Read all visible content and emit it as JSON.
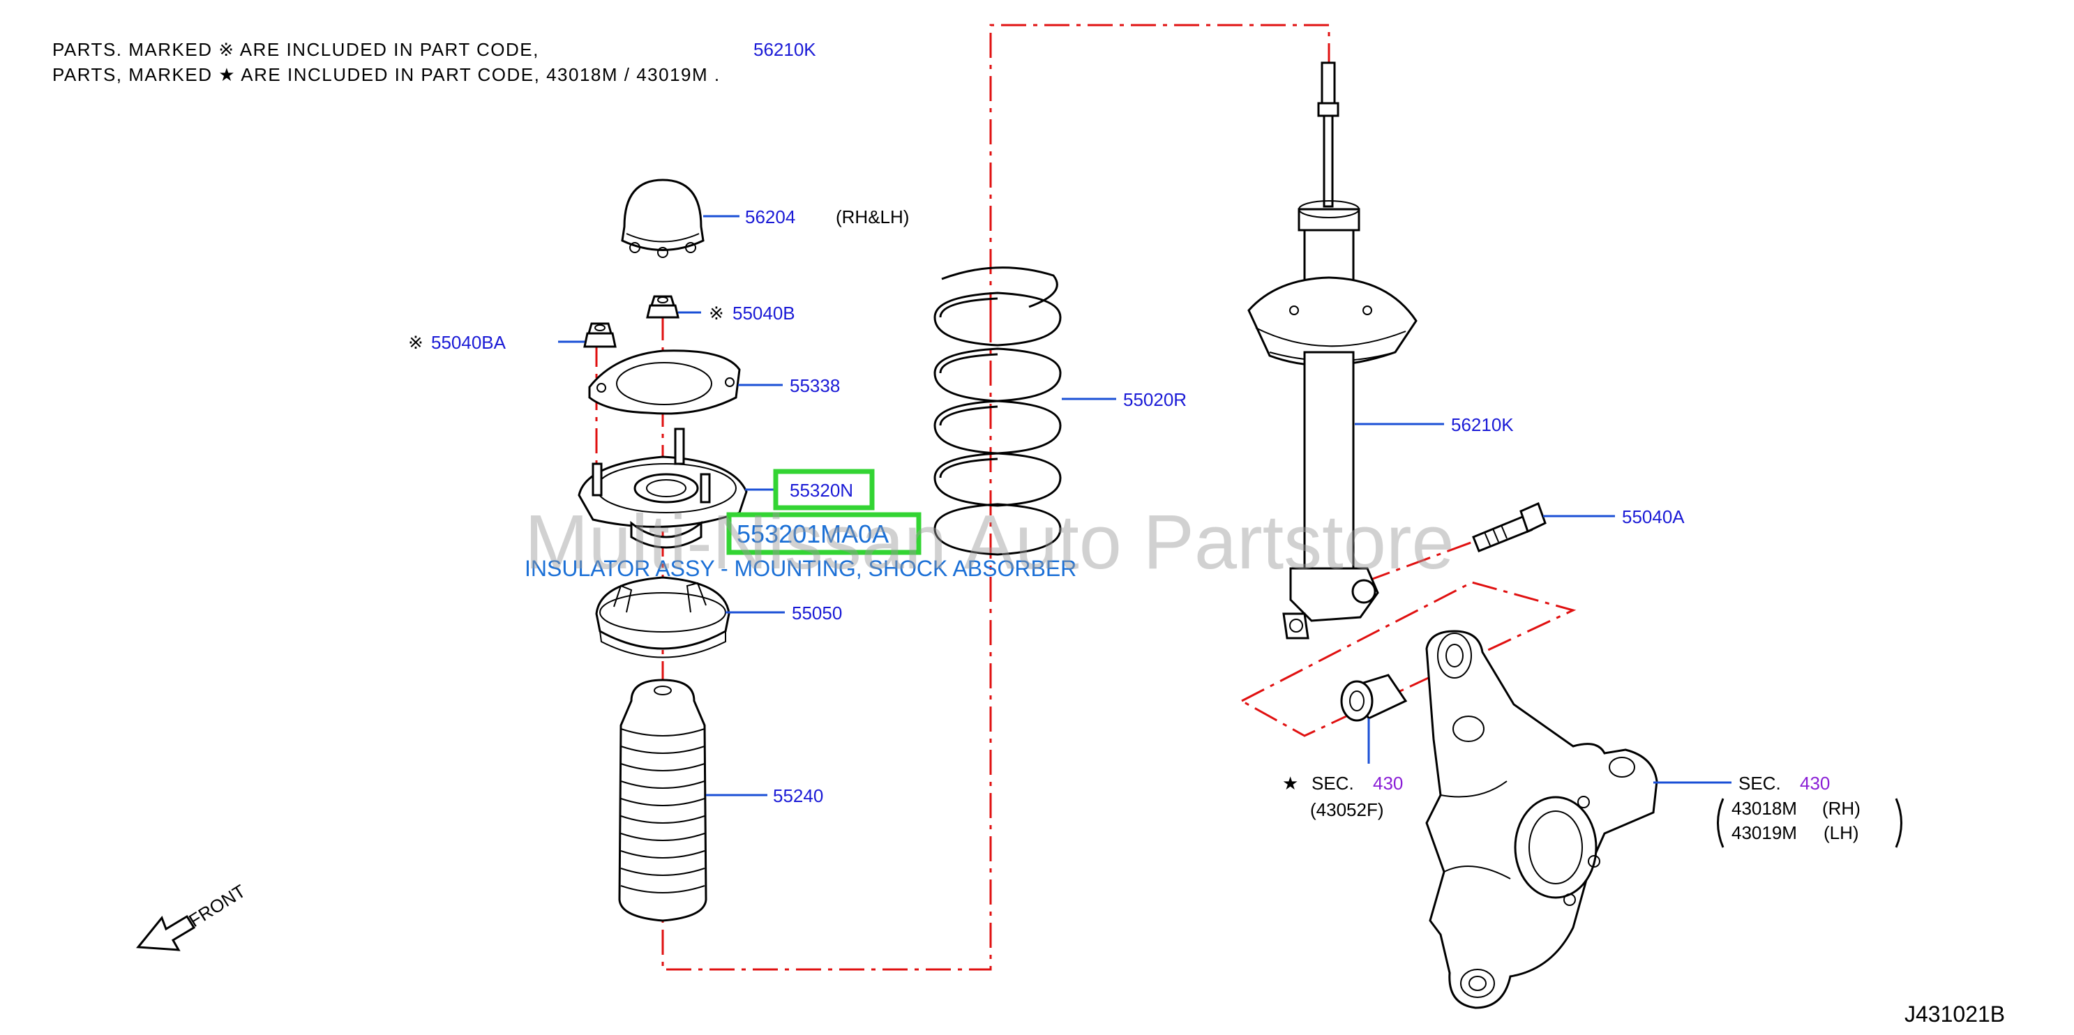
{
  "header": {
    "line1": "PARTS.  MARKED  ※ ARE  INCLUDED  IN  PART  CODE,",
    "line1_code": "56210K",
    "line2": "PARTS,  MARKED  ★ ARE  INCLUDED  IN  PART  CODE,  43018M  /  43019M  ."
  },
  "labels": {
    "p56204": "56204",
    "p56204_note": "(RH&LH)",
    "p55040b_mark": "※",
    "p55040b": "55040B",
    "p55040ba_mark": "※",
    "p55040ba": "55040BA",
    "p55338": "55338",
    "p55320n": "55320N",
    "highlight_code": "553201MA0A",
    "highlight_desc": "INSULATOR ASSY - MOUNTING, SHOCK ABSORBER",
    "p55050": "55050",
    "p55240": "55240",
    "p55020r": "55020R",
    "p56210k": "56210K",
    "p55040a": "55040A",
    "sec_star_mark": "★",
    "sec_star_label": "SEC.",
    "sec_star_num": "430",
    "sec_star_part": "(43052F)",
    "sec_right_label": "SEC.",
    "sec_right_num": "430",
    "sec_right_rh": "43018M",
    "sec_right_rh_side": "(RH)",
    "sec_right_lh": "43019M",
    "sec_right_lh_side": "(LH)",
    "front": "FRONT",
    "diagram_code": "J431021B"
  },
  "watermark": "Multi-Nissan Auto Partstore",
  "colors": {
    "part_number": "#1a1ad6",
    "section_number": "#8a1ed6",
    "highlight": "#1a6fd6",
    "highlight_box": "#33d433",
    "dash_chain": "#e01010"
  }
}
